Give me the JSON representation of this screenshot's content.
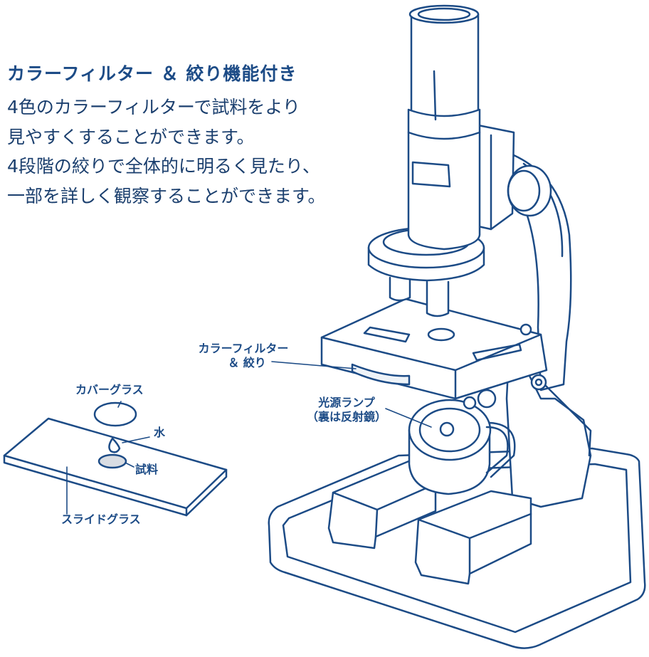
{
  "heading": "カラーフィルター ＆ 絞り機能付き",
  "description_lines": [
    "4色のカラーフィルターで試料をより",
    "見やすくすることができます。",
    "4段階の絞りで全体的に明るく見たり、",
    "一部を詳しく観察することができます。"
  ],
  "labels": {
    "color_filter_line1": "カラーフィルター",
    "color_filter_line2": "＆ 絞り",
    "light_lamp_line1": "光源ランプ",
    "light_lamp_line2": "（裏は反射鏡）",
    "cover_glass": "カバーグラス",
    "water": "水",
    "specimen": "試料",
    "slide_glass": "スライドグラス"
  },
  "colors": {
    "line": "#1c4b86",
    "fill_light": "#eef3f8",
    "specimen_fill": "#d9dde3"
  }
}
